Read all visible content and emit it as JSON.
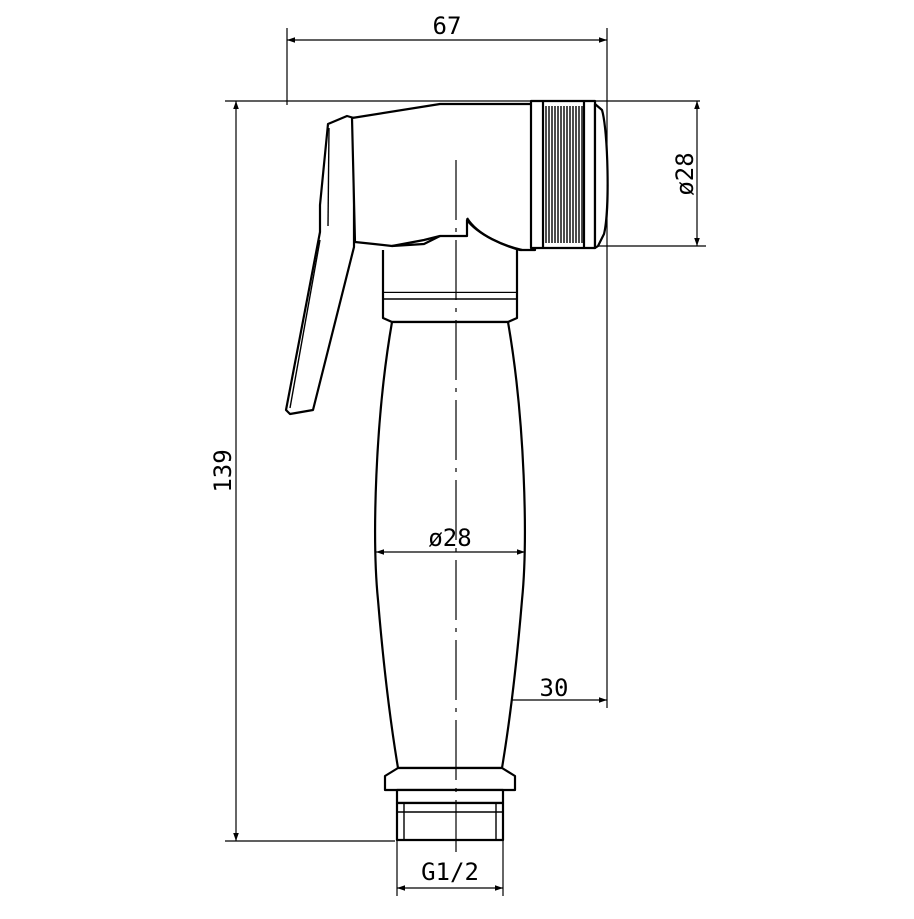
{
  "drawing": {
    "subject": "hand shower technical drawing",
    "line_color": "#000000",
    "background": "#ffffff"
  },
  "dimensions": {
    "overall_width": "67",
    "overall_height": "139",
    "nozzle_diameter": "ø28",
    "handle_diameter": "ø28",
    "axis_offset": "30",
    "thread": "G1/2"
  }
}
